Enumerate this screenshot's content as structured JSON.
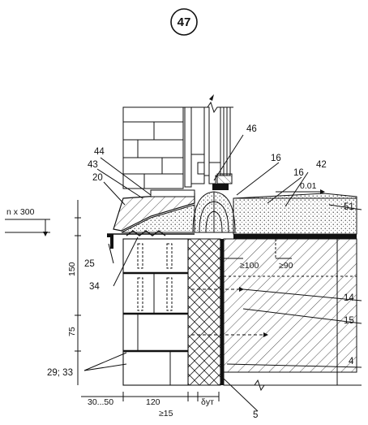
{
  "sheet_number": "47",
  "labels": {
    "c44": "44",
    "c43": "43",
    "c20": "20",
    "c46": "46",
    "c16a": "16",
    "c16b": "16",
    "c42": "42",
    "c51": "51",
    "c25": "25",
    "c34": "34",
    "c14": "14",
    "c15": "15",
    "c4": "4",
    "c5": "5",
    "c29_33": "29; 33"
  },
  "dimensions": {
    "slope": "0.01",
    "spacing": "n x 300",
    "d150": "150",
    "d75": "75",
    "gap100": "≥100",
    "gap90": "≥90",
    "w30_50": "30...50",
    "w120": "120",
    "min15": "≥15",
    "delta": "δут"
  },
  "colors": {
    "line": "#111111",
    "background": "#ffffff"
  }
}
